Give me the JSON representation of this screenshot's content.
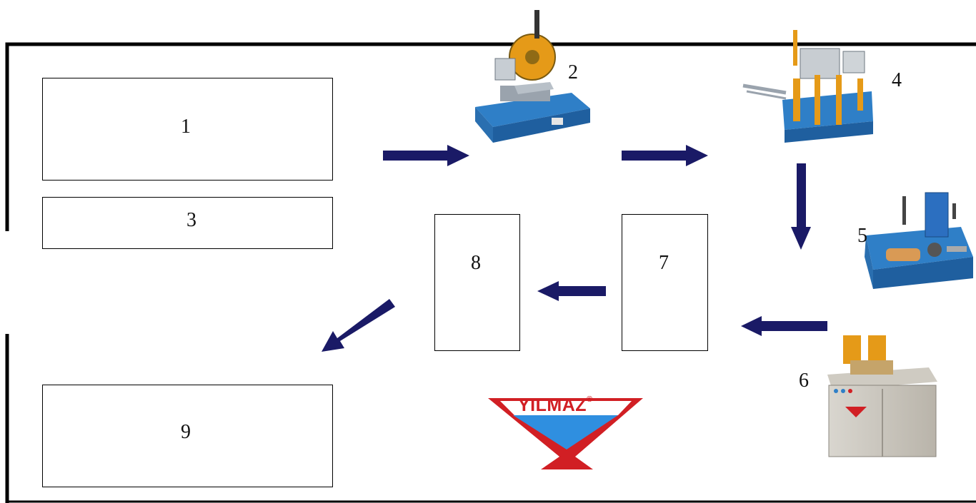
{
  "boxes": {
    "box1": "1",
    "box3": "3",
    "box7": "7",
    "box8": "8",
    "box9": "9"
  },
  "machines": {
    "m2": {
      "label": "2",
      "icon": "miter-saw-icon"
    },
    "m4": {
      "label": "4",
      "icon": "copy-router-icon"
    },
    "m5": {
      "label": "5",
      "icon": "end-milling-machine-icon"
    },
    "m6": {
      "label": "6",
      "icon": "corner-crimping-machine-icon"
    }
  },
  "logo": {
    "text": "YILMAZ",
    "mark": "®"
  },
  "colors": {
    "arrow": "#1a1a66",
    "machine_blue": "#2f7fc7",
    "logo_red": "#d11f24",
    "logo_blue": "#2f8fe0"
  }
}
